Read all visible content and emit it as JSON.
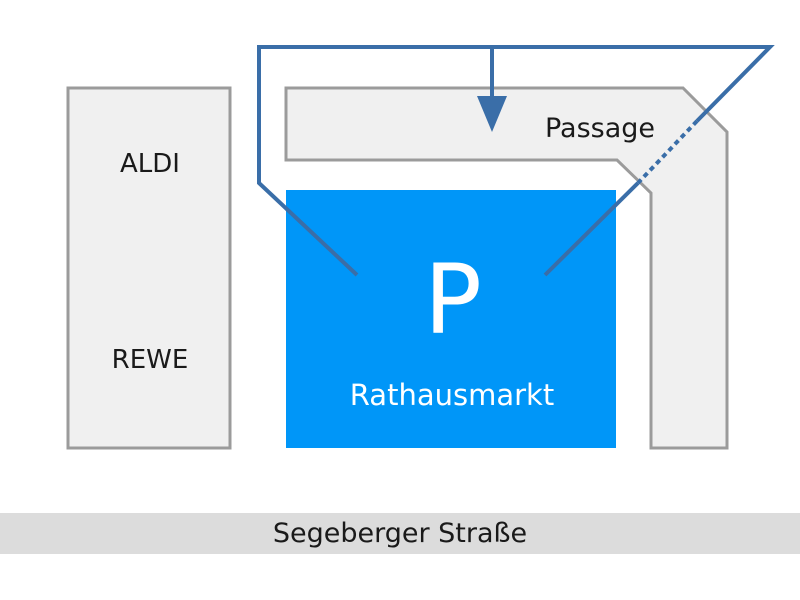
{
  "map": {
    "buildings": {
      "left_block": {
        "labels": [
          "ALDI",
          "REWE"
        ]
      },
      "parking": {
        "symbol": "P",
        "name": "Rathausmarkt"
      },
      "passage": {
        "name": "Passage"
      }
    },
    "street": {
      "name": "Segeberger Straße"
    },
    "route": {
      "icon": "arrow-down-icon"
    },
    "colors": {
      "parking_fill": "#0096f8",
      "route_line": "#3a6ea8",
      "building_fill": "#f0f0f0",
      "building_stroke": "#9b9b9b",
      "street_fill": "#dcdcdc",
      "text": "#1a1a1a",
      "text_on_parking": "#ffffff"
    }
  }
}
